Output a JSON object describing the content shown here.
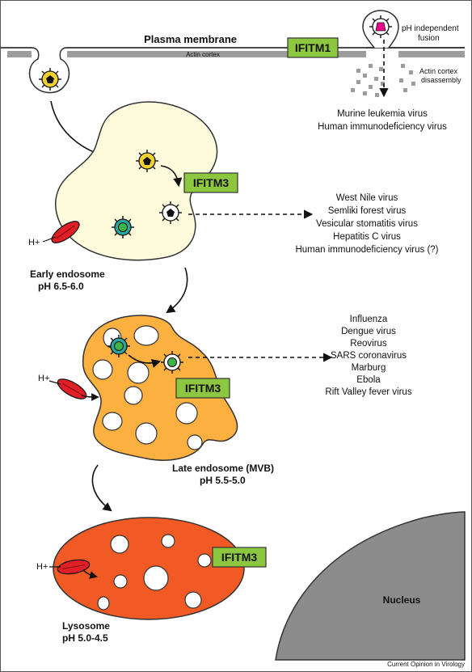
{
  "plasma_membrane": {
    "title": "Plasma membrane",
    "actin_cortex": "Actin cortex",
    "ifitm1": "IFITM1",
    "ph_independent_line1": "pH independent",
    "ph_independent_line2": "fusion",
    "disassembly_line1": "Actin cortex",
    "disassembly_line2": "disassembly",
    "viruses": [
      "Murine leukemia virus",
      "Human immunodeficiency virus"
    ]
  },
  "early_endosome": {
    "ifitm3": "IFITM3",
    "proton": "H+",
    "title": "Early endosome",
    "ph": "pH 6.5-6.0",
    "viruses": [
      "West Nile virus",
      "Semliki forest virus",
      "Vesicular stomatitis virus",
      "Hepatitis C virus",
      "Human immunodeficiency virus (?)"
    ]
  },
  "late_endosome": {
    "ifitm3": "IFITM3",
    "proton": "H+",
    "title": "Late endosome (MVB)",
    "ph": "pH 5.5-5.0",
    "viruses": [
      "Influenza",
      "Dengue virus",
      "Reovirus",
      "SARS coronavirus",
      "Marburg",
      "Ebola",
      "Rift Valley fever virus"
    ]
  },
  "lysosome": {
    "ifitm3": "IFITM3",
    "proton": "H+",
    "title": "Lysosome",
    "ph": "pH 5.0-4.5"
  },
  "nucleus": {
    "label": "Nucleus"
  },
  "footer": "Current Opinion in Virology",
  "colors": {
    "ifitm_box": "#8dc63f",
    "early_endosome": "#fefbdc",
    "late_endosome": "#fbb040",
    "lysosome": "#f15a24",
    "nucleus": "#8c8c8c",
    "membrane": "#9d9d9d",
    "pump": "#e01e26",
    "virus_yellow": "#f2d12f",
    "virus_teal": "#2ba7a0",
    "virus_magenta": "#ec008c"
  },
  "icons": [
    "virus-particle-icon",
    "proton-pump-icon"
  ]
}
